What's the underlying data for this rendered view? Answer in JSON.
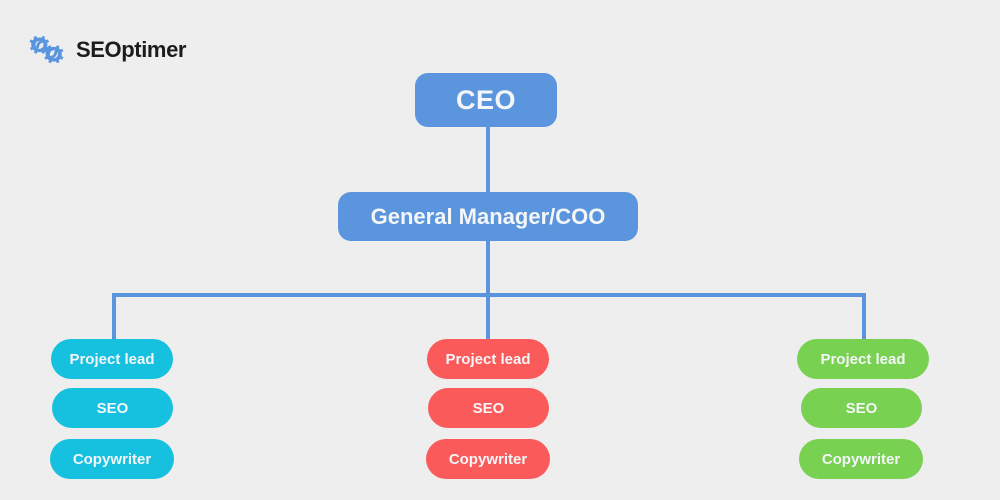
{
  "brand": {
    "name": "SEOptimer",
    "logo_icon": "gears-icon",
    "logo_color": "#5b95dd",
    "text_color": "#1c1c1c"
  },
  "canvas": {
    "background_color": "#eeeeee",
    "connector_color": "#5b95dd"
  },
  "chart": {
    "type": "org-chart",
    "root": {
      "label": "CEO",
      "color": "#5b95dd"
    },
    "second_level": {
      "label": "General Manager/COO",
      "color": "#5b95dd"
    },
    "teams": [
      {
        "id": "team-left",
        "color": "#16c1e0",
        "roles": [
          {
            "label": "Project lead"
          },
          {
            "label": "SEO"
          },
          {
            "label": "Copywriter"
          }
        ]
      },
      {
        "id": "team-middle",
        "color": "#fb5a5a",
        "roles": [
          {
            "label": "Project lead"
          },
          {
            "label": "SEO"
          },
          {
            "label": "Copywriter"
          }
        ]
      },
      {
        "id": "team-right",
        "color": "#78d150",
        "roles": [
          {
            "label": "Project lead"
          },
          {
            "label": "SEO"
          },
          {
            "label": "Copywriter"
          }
        ]
      }
    ]
  }
}
